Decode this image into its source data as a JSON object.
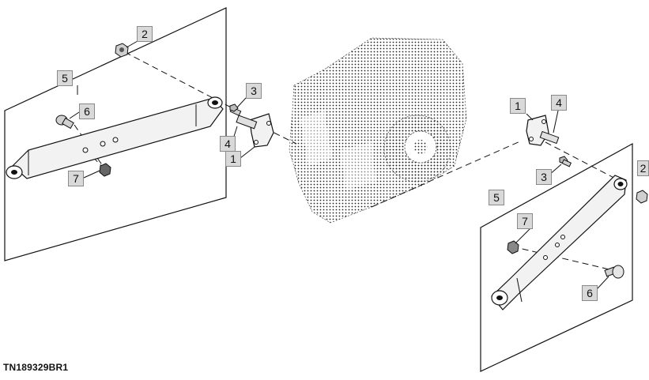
{
  "diagram": {
    "figure_code": "TN189329BR1",
    "callouts": {
      "left_2": "2",
      "left_5": "5",
      "left_6": "6",
      "left_3": "3",
      "left_4": "4",
      "left_1": "1",
      "left_7": "7",
      "right_1": "1",
      "right_4": "4",
      "right_3": "3",
      "right_2": "2",
      "right_5": "5",
      "right_7": "7",
      "right_6": "6"
    },
    "colors": {
      "line": "#111111",
      "callout_fill": "#d9d9d9",
      "callout_border": "#8a8a8a",
      "part_fill": "#f2f2f2"
    }
  }
}
